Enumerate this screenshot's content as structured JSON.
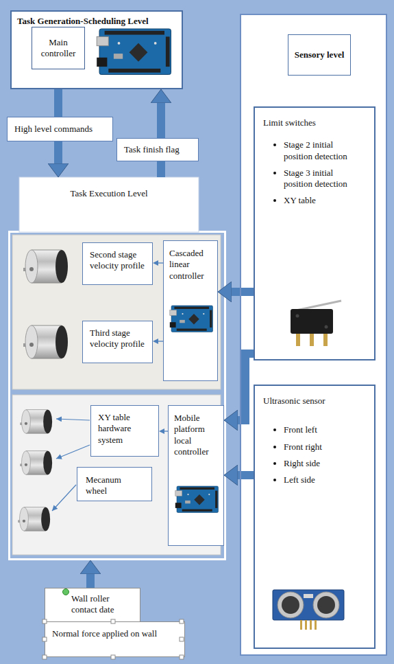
{
  "diagram": {
    "nodes": [
      {
        "text": [
          "Task Generation-Scheduling Level"
        ]
      },
      {
        "text": [
          "Main controller"
        ],
        "in": 0
      },
      {
        "text": [
          "High level commands"
        ]
      },
      {
        "text": [
          "Task finish flag"
        ]
      },
      {
        "text": [
          "Task Execution Level"
        ]
      },
      {
        "text": [
          "Cascaded linear controller"
        ],
        "in": 4
      },
      {
        "text": [
          "Second stage velocity profile"
        ],
        "in": 4
      },
      {
        "text": [
          "Third stage velocity profile"
        ],
        "in": 4
      },
      {
        "text": [
          "Mobile platform local controller"
        ],
        "in": 4
      },
      {
        "text": [
          "XY table hardware system"
        ],
        "in": 4
      },
      {
        "text": [
          "Mecanum wheel"
        ],
        "in": 4
      },
      {
        "text": [
          "Sensory level"
        ]
      },
      {
        "text": [
          "Limit switches",
          "Stage 2 initial position detection",
          "Stage 3 initial position detection",
          "XY table"
        ],
        "in": 11
      },
      {
        "text": [
          "Ultrasonic sensor",
          "Front left",
          "Front right",
          "Right side",
          "Left side"
        ],
        "in": 11
      },
      {
        "text": [
          "Wall roller contact date"
        ]
      },
      {
        "text": [
          "Normal force applied on wall"
        ]
      }
    ],
    "edges": [
      {
        "from": 0,
        "to": 4,
        "arrow": "to"
      },
      {
        "from": 4,
        "to": 0,
        "arrow": "to"
      },
      {
        "from": 5,
        "to": 6,
        "arrow": "to"
      },
      {
        "from": 5,
        "to": 7,
        "arrow": "to"
      },
      {
        "from": 12,
        "to": 5,
        "arrow": "to"
      },
      {
        "from": 12,
        "to": 8,
        "arrow": "to"
      },
      {
        "from": 13,
        "to": 8,
        "arrow": "to"
      },
      {
        "from": 8,
        "to": 9,
        "arrow": "to"
      },
      {
        "from": 14,
        "to": 4,
        "arrow": "to"
      }
    ]
  }
}
